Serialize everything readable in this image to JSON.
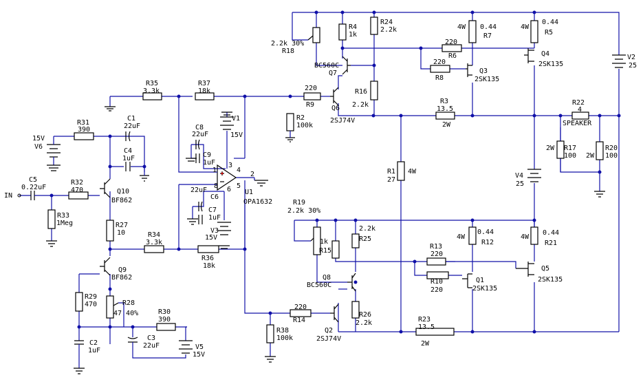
{
  "diagram": {
    "colors": {
      "wire": "#1010a8",
      "component": "#000000",
      "background": "#ffffff"
    },
    "labels": {
      "in": "IN",
      "c5": "C5",
      "c5v": "0.22uF",
      "r33": "R33",
      "r33v": "1Meg",
      "r32": "R32",
      "r32v": "470",
      "r31": "R31",
      "r31v": "390",
      "v6v": "15V",
      "v6": "V6",
      "c1": "C1",
      "c1v": "22uF",
      "c4": "C4",
      "c4v": "1uF",
      "q10": "Q10",
      "q10v": "BF862",
      "r35": "R35",
      "r35v": "3.3k",
      "r37": "R37",
      "r37v": "18k",
      "c8": "C8",
      "c8v": "22uF",
      "c9": "C9",
      "c9v": "1uF",
      "v1": "V1",
      "v1v": "15V",
      "u1": "U1",
      "u1v": "OPA1632",
      "c6": "C6",
      "c6v": "22uF",
      "c7": "C7",
      "c7v": "1uF",
      "v3": "V3",
      "v3v": "15V",
      "r27": "R27",
      "r27v": "10",
      "r34": "R34",
      "r34v": "3.3k",
      "r36": "R36",
      "r36v": "18k",
      "q9": "Q9",
      "q9v": "BF862",
      "r29": "R29",
      "r29v": "470",
      "r28": "R28",
      "r28v": "47 40%",
      "r30": "R30",
      "r30v": "390",
      "c2": "C2",
      "c2v": "1uF",
      "c3": "C3",
      "c3v": "22uF",
      "v5": "V5",
      "v5v": "15V",
      "r18": "R18",
      "r18v": "2.2k 30%",
      "r4": "R4",
      "r4v": "1k",
      "r24": "R24",
      "r24v": "2.2k",
      "q7": "Q7",
      "q7v": "BC560C",
      "r9": "R9",
      "r9v": "220",
      "r2": "R2",
      "r2v": "100k",
      "q6": "Q6",
      "q6v": "2SJ74V",
      "r16": "R16",
      "r16v": "2.2k",
      "r7": "R7",
      "r7v": "0.44",
      "r7p": "4W",
      "r6": "R6",
      "r6v": "220",
      "r8": "R8",
      "r8v": "220",
      "q3": "Q3",
      "q3v": "2SK135",
      "r5": "R5",
      "r5v": "0.44",
      "r5p": "4W",
      "q4": "Q4",
      "q4v": "2SK135",
      "r3": "R3",
      "r3v": "13.5",
      "r3p": "2W",
      "v2": "V2",
      "v2v": "25",
      "r22": "R22",
      "r22v": "4",
      "spk": "SPEAKER",
      "r17": "R17",
      "r17v": "100",
      "r17p": "2W",
      "r20": "R20",
      "r20v": "100",
      "r20p": "2W",
      "v4": "V4",
      "v4v": "25",
      "r1": "R1",
      "r1v": "27",
      "r1p": "4W",
      "r19": "R19",
      "r19v": "2.2k 30%",
      "r15": "R15",
      "r15v": "1k",
      "r25": "R25",
      "r25v": "2.2k",
      "r12": "R12",
      "r12v": "0.44",
      "r12p": "4W",
      "r21": "R21",
      "r21v": "0.44",
      "r21p": "4W",
      "r13": "R13",
      "r13v": "220",
      "r10": "R10",
      "r10v": "220",
      "q1": "Q1",
      "q1v": "2SK135",
      "q5": "Q5",
      "q5v": "2SK135",
      "q8": "Q8",
      "q8v": "BC560C",
      "r14": "R14",
      "r14v": "220",
      "r38": "R38",
      "r38v": "100k",
      "r26": "R26",
      "r26v": "2.2k",
      "q2": "Q2",
      "q2v": "2SJ74V",
      "r23": "R23",
      "r23v": "13.5",
      "r23p": "2W",
      "pin1": "1",
      "pin2": "2",
      "pin3": "3",
      "pin4": "4",
      "pin5": "5",
      "pin6": "6",
      "pin8": "8"
    }
  }
}
